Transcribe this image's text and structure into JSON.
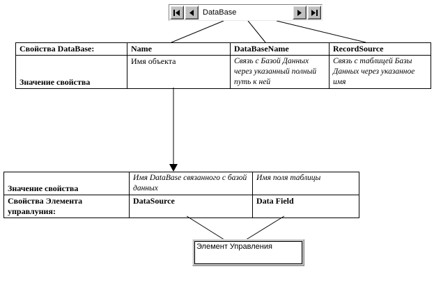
{
  "data_control": {
    "caption": "DataBase",
    "buttons": {
      "first": "move-first",
      "prev": "move-previous",
      "next": "move-next",
      "last": "move-last"
    }
  },
  "table1": {
    "header": [
      "Свойства DataBase:",
      "Name",
      "DataBaseName",
      "RecordSource"
    ],
    "body": [
      "Значение свойства",
      "Имя объекта",
      "Связь с Базой Данных через указанный полный путь к ней",
      "Связь с таблицей Базы Данных через указанное имя"
    ]
  },
  "table2": {
    "row1": [
      "Значение свойства",
      "Имя  DataBase связанного с базой данных",
      "Имя поля таблицы"
    ],
    "row2": [
      "Свойства Элемента управлуния:",
      "DataSource",
      "Data Field"
    ]
  },
  "element_box": {
    "label": "Элемент Управления"
  },
  "colors": {
    "background": "#ffffff",
    "line": "#000000",
    "button_face": "#c0c0c0",
    "button_shadow": "#808080",
    "button_highlight": "#ffffff",
    "text": "#000000"
  }
}
